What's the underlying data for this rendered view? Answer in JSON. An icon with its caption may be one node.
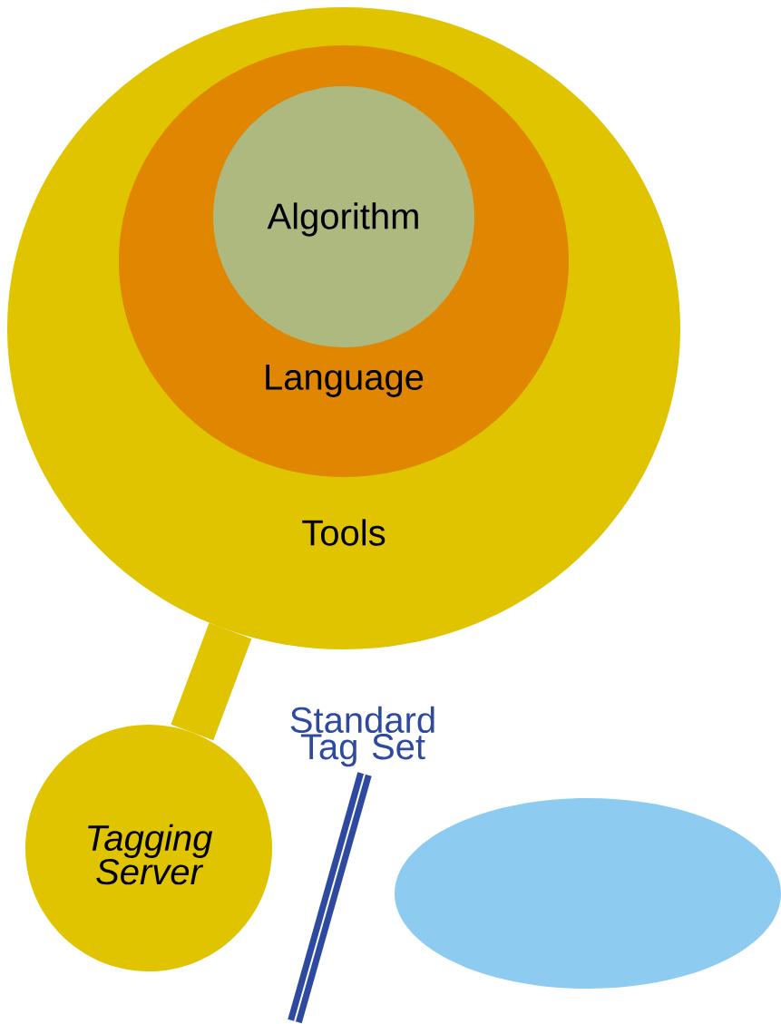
{
  "diagram": {
    "nodes": [
      {
        "text": [
          "Tools"
        ]
      },
      {
        "text": [
          "Language"
        ],
        "in": 0
      },
      {
        "text": [
          "Algorithm"
        ],
        "in": 1
      },
      {
        "text": [
          "Tagging Server"
        ]
      },
      {
        "text": [
          "Standard Tag Set"
        ]
      },
      {
        "text": [],
        "shape": "ellipse"
      }
    ],
    "edges": [
      {
        "from": 0,
        "to": 3,
        "arrow": "none",
        "style": "thick",
        "color": "#e0c400"
      },
      {
        "from": 4,
        "to": null,
        "arrow": "none",
        "color": "#2e4aa0"
      }
    ]
  }
}
